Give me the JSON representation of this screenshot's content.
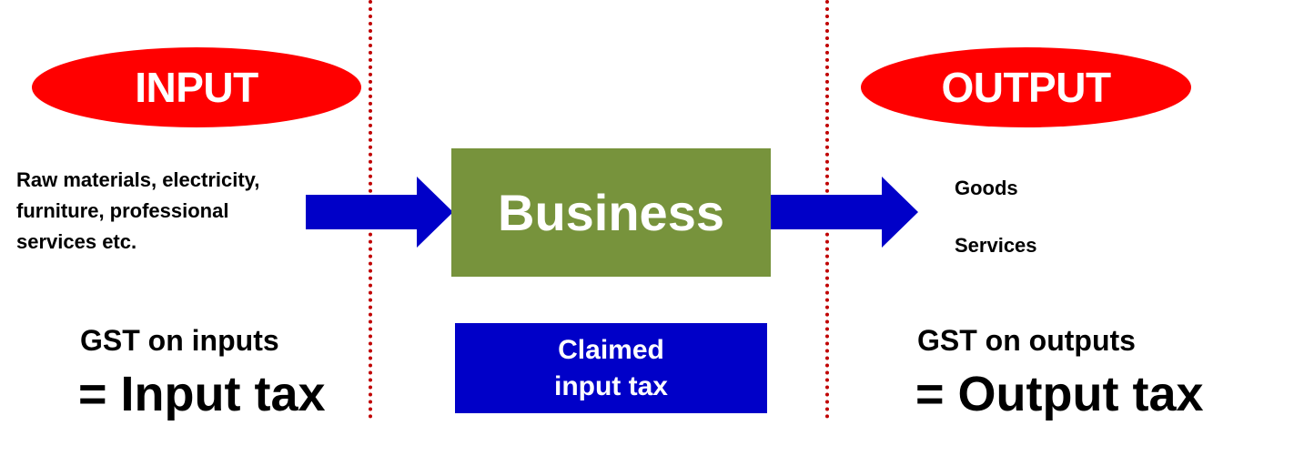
{
  "colors": {
    "ellipse_red": "#ff0000",
    "business_green": "#77933c",
    "claimed_blue": "#0000c8",
    "arrow_blue": "#0000c8",
    "divider_red": "#c00000"
  },
  "input": {
    "badge": "INPUT",
    "description_lines": [
      "Raw materials, electricity,",
      "furniture,  professional",
      "services etc."
    ],
    "gst_line1": "GST on inputs",
    "gst_line2": "= Input tax"
  },
  "business": {
    "label": "Business",
    "claimed_lines": [
      "Claimed",
      "input tax"
    ]
  },
  "output": {
    "badge": "OUTPUT",
    "items": [
      "Goods",
      "Services"
    ],
    "gst_line1": "GST on outputs",
    "gst_line2": "= Output tax"
  }
}
